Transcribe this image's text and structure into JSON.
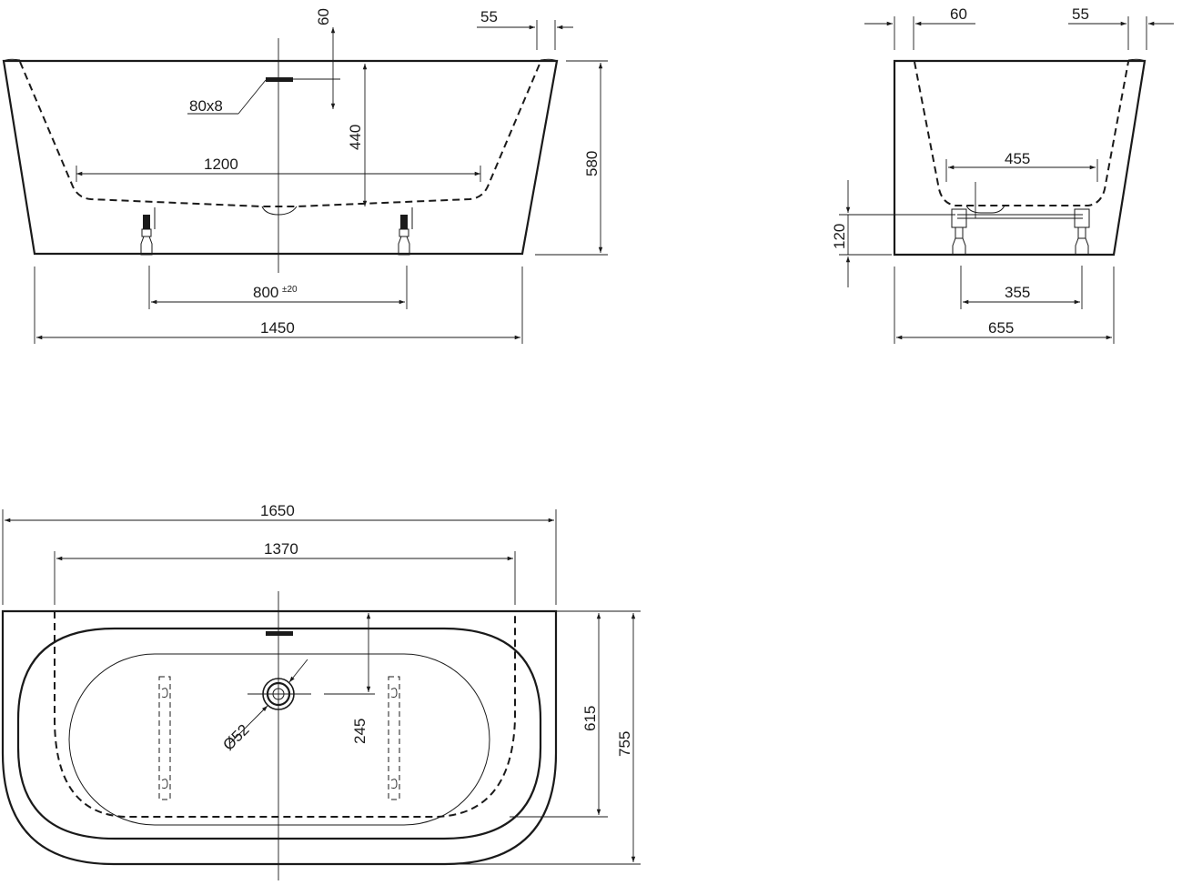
{
  "front_view": {
    "dims": {
      "overflow_slot": "80x8",
      "rim_offset_top": "60",
      "rim_overhang": "55",
      "inner_length": "1200",
      "depth_inner": "440",
      "height_total": "580",
      "feet_spacing": "800",
      "feet_spacing_tolerance": "±20",
      "base_length": "1450"
    }
  },
  "side_view": {
    "dims": {
      "rim_left": "60",
      "rim_right": "55",
      "inner_width": "455",
      "feet_height": "120",
      "feet_spacing": "355",
      "base_width": "655"
    }
  },
  "top_view": {
    "dims": {
      "overall_length": "1650",
      "inner_length": "1370",
      "drain_offset": "245",
      "drain_diameter": "Ø52",
      "inner_width": "615",
      "overall_width": "755"
    }
  }
}
